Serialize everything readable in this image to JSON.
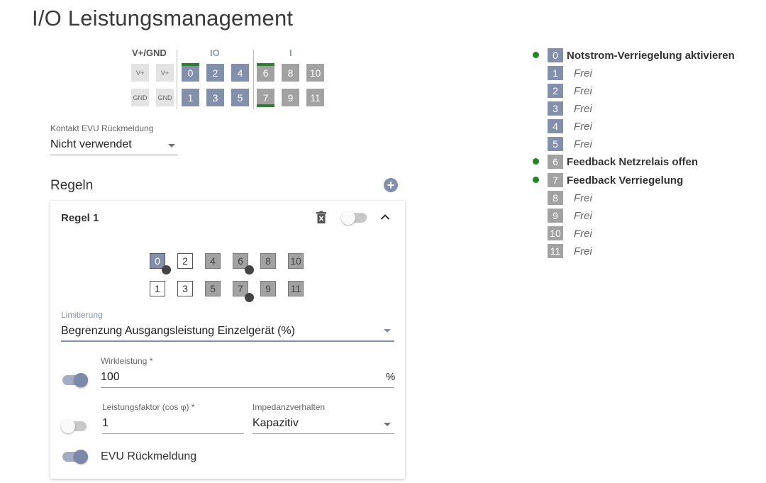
{
  "page": {
    "title": "I/O Leistungsmanagement"
  },
  "terminal": {
    "groups": {
      "power": "V+/GND",
      "io": "IO",
      "input": "I"
    },
    "power_pins_top": [
      "V+",
      "V+"
    ],
    "power_pins_bottom": [
      "GND",
      "GND"
    ],
    "io_top": [
      "0",
      "2",
      "4"
    ],
    "io_bottom": [
      "1",
      "3",
      "5"
    ],
    "in_top": [
      "6",
      "8",
      "10"
    ],
    "in_bottom": [
      "7",
      "9",
      "11"
    ]
  },
  "evu_contact": {
    "label": "Kontakt EVU Rückmeldung",
    "value": "Nicht verwendet"
  },
  "rules": {
    "heading": "Regeln",
    "add_icon": "+",
    "rule": {
      "title": "Regel 1",
      "enabled": false,
      "pins_top": [
        "0",
        "2",
        "4",
        "6",
        "8",
        "10"
      ],
      "pins_bottom": [
        "1",
        "3",
        "5",
        "7",
        "9",
        "11"
      ],
      "limit": {
        "label": "Limitierung",
        "value": "Begrenzung Ausgangsleistung Einzelgerät (%)"
      },
      "active_power": {
        "label": "Wirkleistung *",
        "value": "100",
        "unit": "%",
        "enabled": true
      },
      "power_factor": {
        "label": "Leistungsfaktor (cos φ) *",
        "value": "1",
        "enabled": false
      },
      "impedance": {
        "label": "Impedanzverhalten",
        "value": "Kapazitiv"
      },
      "evu_feedback": {
        "label": "EVU Rückmeldung",
        "enabled": true
      }
    }
  },
  "legend": [
    {
      "pin": "0",
      "label": "Notstrom-Verriegelung aktivieren",
      "active": true
    },
    {
      "pin": "1",
      "label": "Frei",
      "active": false
    },
    {
      "pin": "2",
      "label": "Frei",
      "active": false
    },
    {
      "pin": "3",
      "label": "Frei",
      "active": false
    },
    {
      "pin": "4",
      "label": "Frei",
      "active": false
    },
    {
      "pin": "5",
      "label": "Frei",
      "active": false
    },
    {
      "pin": "6",
      "label": "Feedback Netzrelais offen",
      "active": true
    },
    {
      "pin": "7",
      "label": "Feedback Verriegelung",
      "active": true
    },
    {
      "pin": "8",
      "label": "Frei",
      "active": false
    },
    {
      "pin": "9",
      "label": "Frei",
      "active": false
    },
    {
      "pin": "10",
      "label": "Frei",
      "active": false
    },
    {
      "pin": "11",
      "label": "Frei",
      "active": false
    }
  ]
}
